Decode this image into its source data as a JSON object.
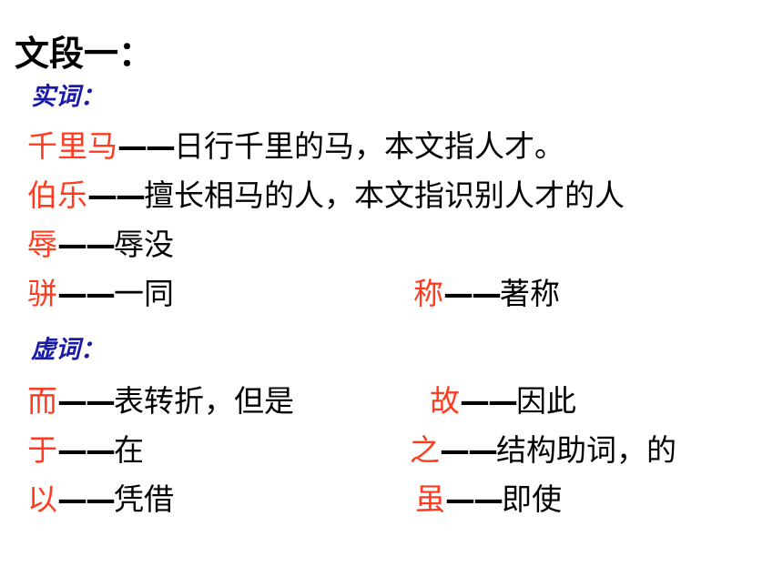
{
  "title": "文段一：",
  "sections": {
    "content_words": {
      "label": "实词：",
      "items": [
        {
          "term": "千里马",
          "dash": "——",
          "def": "日行千里的马，本文指人才。"
        },
        {
          "term": "伯乐",
          "dash": "——",
          "def": "擅长相马的人，本文指识别人才的人"
        },
        {
          "term": "辱",
          "dash": "——",
          "def": "辱没"
        },
        {
          "term": "骈",
          "dash": "——",
          "def": "一同"
        },
        {
          "term": "称",
          "dash": "——",
          "def": "著称"
        }
      ]
    },
    "function_words": {
      "label": "虚词：",
      "items": [
        {
          "term": "而",
          "dash": "——",
          "def": "表转折，但是"
        },
        {
          "term": "故",
          "dash": "——",
          "def": "因此"
        },
        {
          "term": "于",
          "dash": "——",
          "def": "在"
        },
        {
          "term": "之",
          "dash": "——",
          "def": "结构助词，的"
        },
        {
          "term": "以",
          "dash": "——",
          "def": "凭借"
        },
        {
          "term": "虽",
          "dash": "——",
          "def": "即使"
        }
      ]
    }
  },
  "colors": {
    "term": "#ff3b1f",
    "section_label": "#1a1aa8",
    "text": "#000000"
  }
}
